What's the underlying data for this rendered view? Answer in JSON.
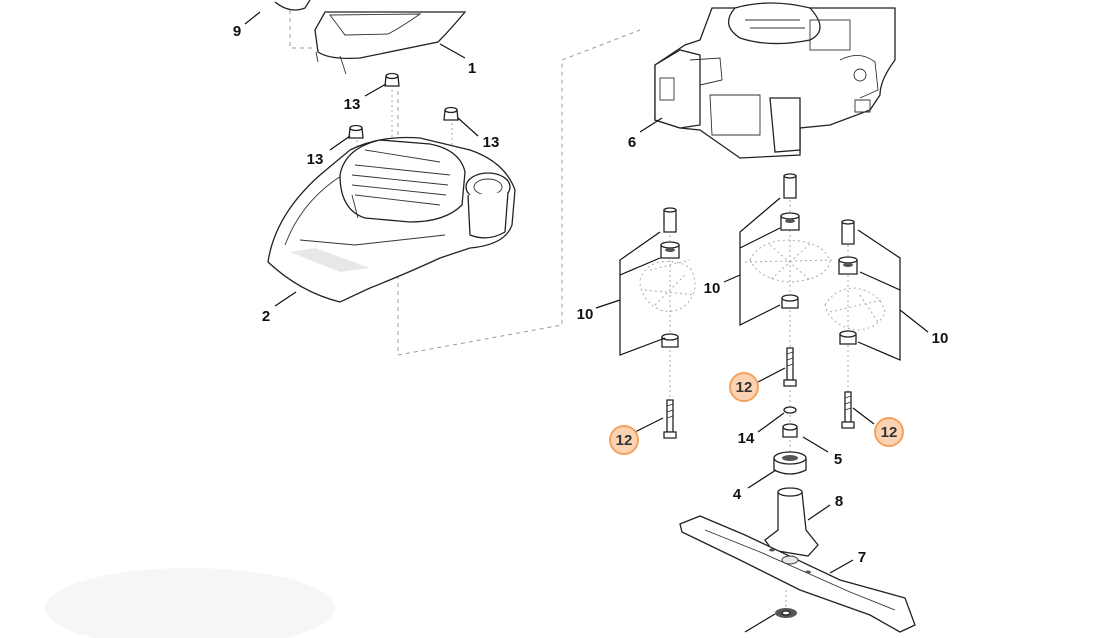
{
  "diagram": {
    "callouts": [
      {
        "id": "c9",
        "label": "9",
        "highlight": false
      },
      {
        "id": "c1",
        "label": "1",
        "highlight": false
      },
      {
        "id": "c13a",
        "label": "13",
        "highlight": false
      },
      {
        "id": "c13b",
        "label": "13",
        "highlight": false
      },
      {
        "id": "c13c",
        "label": "13",
        "highlight": false
      },
      {
        "id": "c2",
        "label": "2",
        "highlight": false
      },
      {
        "id": "c6",
        "label": "6",
        "highlight": false
      },
      {
        "id": "c10a",
        "label": "10",
        "highlight": false
      },
      {
        "id": "c10b",
        "label": "10",
        "highlight": false
      },
      {
        "id": "c10c",
        "label": "10",
        "highlight": false
      },
      {
        "id": "c12a",
        "label": "12",
        "highlight": true
      },
      {
        "id": "c12b",
        "label": "12",
        "highlight": true
      },
      {
        "id": "c12c",
        "label": "12",
        "highlight": true
      },
      {
        "id": "c14",
        "label": "14",
        "highlight": false
      },
      {
        "id": "c5",
        "label": "5",
        "highlight": false
      },
      {
        "id": "c4",
        "label": "4",
        "highlight": false
      },
      {
        "id": "c8",
        "label": "8",
        "highlight": false
      },
      {
        "id": "c7",
        "label": "7",
        "highlight": false
      }
    ],
    "highlight_color": "#f5a25d",
    "highlight_fill": "#fbd3b3"
  }
}
